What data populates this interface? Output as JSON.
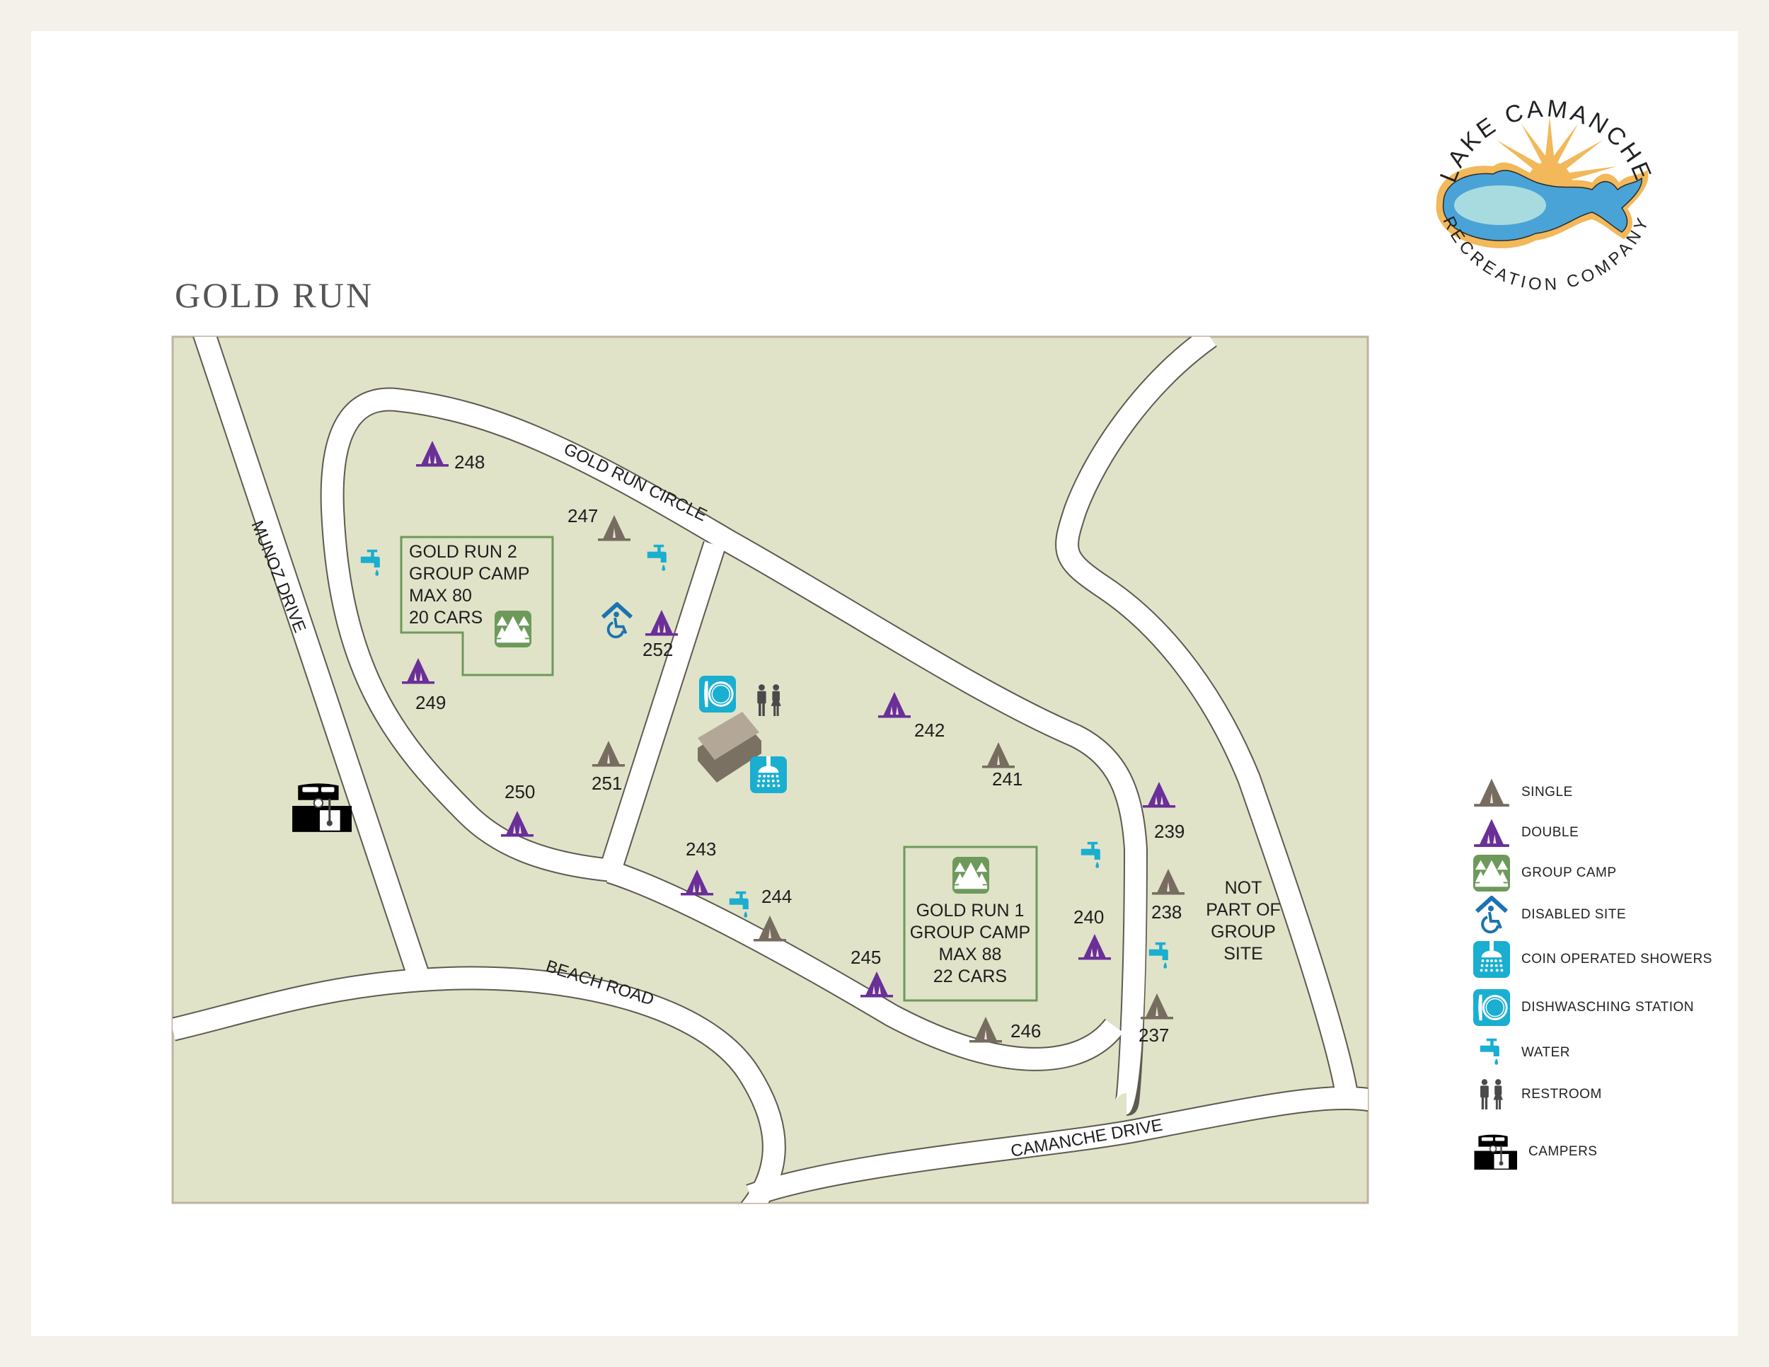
{
  "page": {
    "title": "GOLD RUN",
    "colors": {
      "page_border": "#f4f1ea",
      "panel": "#ffffff",
      "map_fill": "#e0e3c8",
      "map_frame": "#bfb39e",
      "road": "#ffffff",
      "road_edge": "#5e5a50",
      "single_tent": "#766c5f",
      "double_tent": "#6a2f98",
      "group_camp": "#6d9a5b",
      "disabled": "#1b73b0",
      "water_blue": "#1aaed0",
      "restroom": "#4a4a4a",
      "building": "#b3a897",
      "building_side": "#7a7163"
    }
  },
  "logo": {
    "top_text": "LAKE CAMANCHE",
    "bottom_text": "RECREATION COMPANY"
  },
  "roads": {
    "gold_run_circle": "GOLD RUN CIRCLE",
    "munoz_drive": "MUNOZ DRIVE",
    "beach_road": "BEACH ROAD",
    "camanche_drive": "CAMANCHE DRIVE"
  },
  "group_camps": [
    {
      "lines": [
        "GOLD RUN 2",
        "GROUP CAMP",
        "MAX 80",
        "20 CARS"
      ]
    },
    {
      "lines": [
        "GOLD RUN 1",
        "GROUP CAMP",
        "MAX 88",
        "22 CARS"
      ]
    }
  ],
  "not_part_note": [
    "NOT",
    "PART OF",
    "GROUP",
    "SITE"
  ],
  "sites": [
    {
      "number": "237",
      "type": "single"
    },
    {
      "number": "238",
      "type": "single"
    },
    {
      "number": "239",
      "type": "double"
    },
    {
      "number": "240",
      "type": "double"
    },
    {
      "number": "241",
      "type": "single"
    },
    {
      "number": "242",
      "type": "double"
    },
    {
      "number": "243",
      "type": "double"
    },
    {
      "number": "244",
      "type": "single"
    },
    {
      "number": "245",
      "type": "double"
    },
    {
      "number": "246",
      "type": "single"
    },
    {
      "number": "247",
      "type": "single"
    },
    {
      "number": "248",
      "type": "double"
    },
    {
      "number": "249",
      "type": "double"
    },
    {
      "number": "250",
      "type": "double"
    },
    {
      "number": "251",
      "type": "single"
    },
    {
      "number": "252",
      "type": "double"
    }
  ],
  "legend": {
    "items": [
      {
        "icon": "single-tent-icon",
        "label": "SINGLE"
      },
      {
        "icon": "double-tent-icon",
        "label": "DOUBLE"
      },
      {
        "icon": "group-camp-icon",
        "label": "GROUP CAMP"
      },
      {
        "icon": "disabled-site-icon",
        "label": "DISABLED SITE"
      },
      {
        "icon": "shower-icon",
        "label": "COIN OPERATED SHOWERS"
      },
      {
        "icon": "dishwashing-icon",
        "label": "DISHWASCHING STATION"
      },
      {
        "icon": "water-faucet-icon",
        "label": "WATER"
      },
      {
        "icon": "restroom-icon",
        "label": "RESTROOM"
      },
      {
        "icon": "campers-icon",
        "label": "CAMPERS"
      }
    ]
  }
}
